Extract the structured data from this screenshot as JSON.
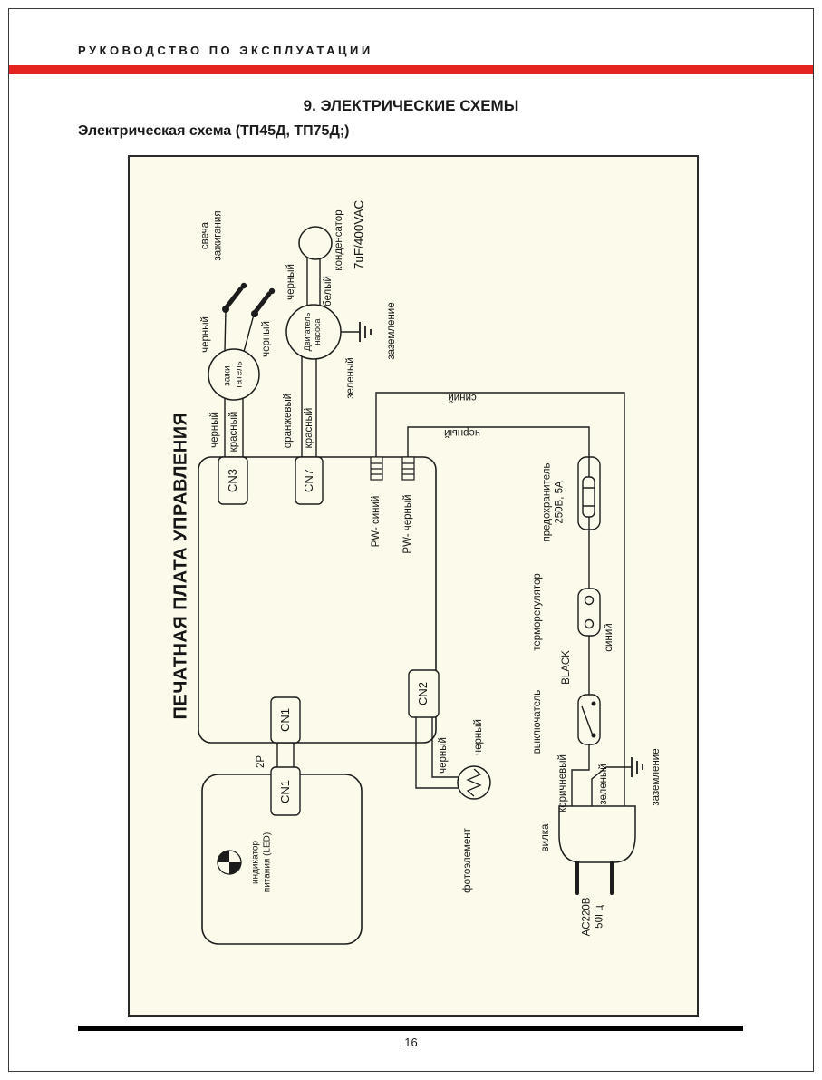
{
  "page": {
    "manual_title": "РУКОВОДСТВО ПО ЭКСПЛУАТАЦИИ",
    "section_title": "9. ЭЛЕКТРИЧЕСКИЕ СХЕМЫ",
    "schematic_title": "Электрическая схема (ТП45Д, ТП75Д;)",
    "page_number": "16",
    "accent_red": "#e5231f",
    "diagram_bg": "#fcfbeb"
  },
  "diagram": {
    "board_title": "ПЕЧАТНАЯ ПЛАТА УПРАВЛЕНИЯ",
    "spark_plug": "свеча\nзажигания",
    "spark_wire1": "черный",
    "spark_wire2": "черный",
    "igniter": "зажи-\nгатель",
    "cn3_wire1": "черный",
    "cn3_wire2": "красный",
    "cn3": "CN3",
    "motor": "Двигатель\nнасоса",
    "cn7_wire1": "оранжевый",
    "cn7_wire2": "красный",
    "cn7": "CN7",
    "cap_wire1": "черный",
    "cap_wire2": "белый",
    "capacitor": "конденсатор",
    "capacitor_value": "7uF/400VAC",
    "motor_ground_wire": "зеленый",
    "motor_ground": "заземление",
    "pw_blue": "PW- синий",
    "pw_black": "PW- черный",
    "long_wire_blue": "синий",
    "long_wire_black": "черный",
    "fuse": "предохранитель\n250В, 5А",
    "thermostat": "терморегулятор",
    "thermostat_wire_black": "BLACK",
    "thermostat_wire_blue": "синий",
    "switch": "выключатель",
    "switch_wire_brown": "коричневый",
    "plug_ground_wire": "зеленый",
    "plug_ground": "заземление",
    "plug": "вилка",
    "supply": "AC220В\n50Гц",
    "cn1": "CN1",
    "cn1_pins": "2P",
    "cn1_mate": "CN1",
    "led": "индикатор\nпитания (LED)",
    "cn2": "CN2",
    "pc_wire1": "черный",
    "pc_wire2": "черный",
    "photocell": "фотоэлемент"
  }
}
